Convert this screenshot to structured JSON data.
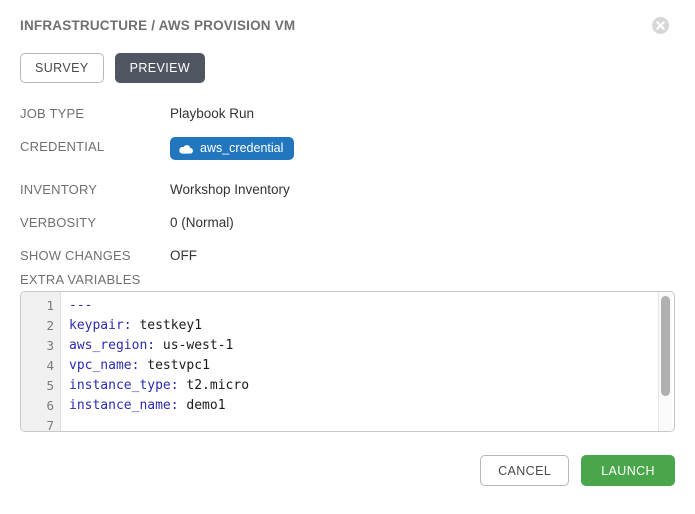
{
  "dialog": {
    "title": "INFRASTRUCTURE / AWS PROVISION VM",
    "close_icon": "close-icon"
  },
  "tabs": [
    {
      "label": "SURVEY",
      "active": false
    },
    {
      "label": "PREVIEW",
      "active": true
    }
  ],
  "details": [
    {
      "label": "JOB TYPE",
      "value": "Playbook Run"
    },
    {
      "label": "CREDENTIAL",
      "value": "aws_credential",
      "badge": true,
      "icon": "cloud-icon"
    },
    {
      "label": "INVENTORY",
      "value": "Workshop Inventory"
    },
    {
      "label": "VERBOSITY",
      "value": "0 (Normal)"
    },
    {
      "label": "SHOW CHANGES",
      "value": "OFF"
    }
  ],
  "extra_variables": {
    "label": "EXTRA VARIABLES",
    "line_numbers": [
      "1",
      "2",
      "3",
      "4",
      "5",
      "6",
      "7"
    ],
    "lines": [
      {
        "key": "---",
        "value": ""
      },
      {
        "key": "keypair:",
        "value": " testkey1"
      },
      {
        "key": "aws_region:",
        "value": " us-west-1"
      },
      {
        "key": "vpc_name:",
        "value": " testvpc1"
      },
      {
        "key": "instance_type:",
        "value": " t2.micro"
      },
      {
        "key": "instance_name:",
        "value": " demo1"
      },
      {
        "key": "",
        "value": ""
      }
    ]
  },
  "footer": {
    "cancel_label": "CANCEL",
    "launch_label": "LAUNCH"
  },
  "colors": {
    "accent_blue": "#2176bd",
    "launch_green": "#4aa64a",
    "preview_dark": "#4f5561",
    "yaml_key": "#2b2bb0",
    "label_gray": "#707070"
  }
}
